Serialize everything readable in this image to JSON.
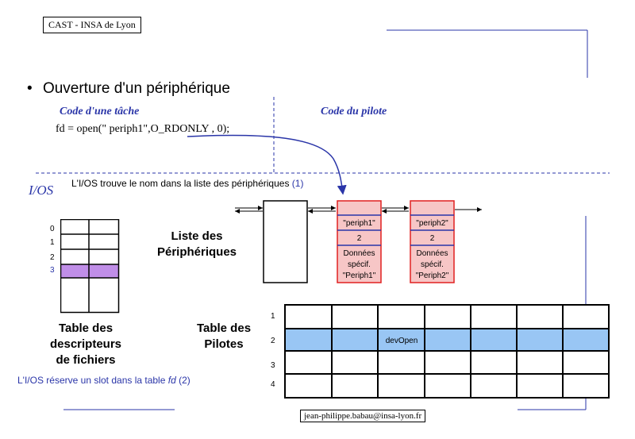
{
  "header": {
    "institution": "CAST - INSA de Lyon",
    "footer_email": "jean-philippe.babau@insa-lyon.fr"
  },
  "bullet": {
    "glyph": "•",
    "title": "Ouverture d'un périphérique"
  },
  "columns": {
    "task_code_label": "Code d'une tâche",
    "driver_code_label": "Code du pilote"
  },
  "code": {
    "line": "fd = open(\" periph1\",O_RDONLY , 0);"
  },
  "ios": {
    "label": "I/OS",
    "note_find_prefix": "L'I/OS trouve le nom dans la liste des périphériques ",
    "note_find_ref": "(1)",
    "note_reserve_prefix": "L'I/OS réserve un slot dans la table ",
    "note_reserve_fd": "fd",
    "note_reserve_ref": " (2)"
  },
  "fd_table": {
    "indices": [
      "0",
      "1",
      "2",
      "3"
    ],
    "highlighted_row": 3,
    "caption_lines": [
      "Table des",
      "descripteurs",
      "de fichiers"
    ]
  },
  "device_list": {
    "caption_lines": [
      "Liste des",
      "Périphériques"
    ],
    "nodes": [
      {
        "name": "\"periph1\"",
        "driver": "2",
        "data_lines": [
          "Données",
          "spécif.",
          "\"Periph1\""
        ]
      },
      {
        "name": "\"periph2\"",
        "driver": "2",
        "data_lines": [
          "Données",
          "spécif.",
          "\"Periph2\""
        ]
      }
    ]
  },
  "driver_table": {
    "caption_lines": [
      "Table des",
      "Pilotes"
    ],
    "row_indices": [
      "1",
      "2",
      "3",
      "4"
    ],
    "highlighted_row": 2,
    "highlight_text": "devOpen"
  },
  "colors": {
    "accent_blue": "#2a35a8",
    "highlight_purple": "#c08ee8",
    "highlight_blue": "#99c6f4",
    "node_fill": "#f7c6c6",
    "node_border": "#e02020"
  }
}
